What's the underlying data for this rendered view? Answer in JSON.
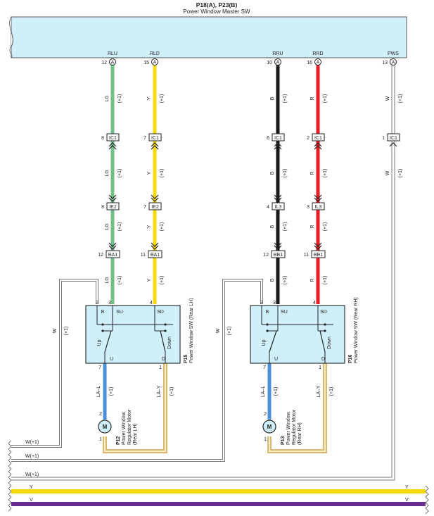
{
  "header": {
    "title": "P18(A), P23(B)",
    "subtitle": "Power Window Master SW"
  },
  "master_terminals": [
    {
      "name": "RLU",
      "pin": "12",
      "conn": "A"
    },
    {
      "name": "RLD",
      "pin": "15",
      "conn": "A"
    },
    {
      "name": "RRU",
      "pin": "10",
      "conn": "A"
    },
    {
      "name": "RRD",
      "pin": "16",
      "conn": "A"
    },
    {
      "name": "PWS",
      "pin": "13",
      "conn": "A"
    }
  ],
  "wire_colors": {
    "LG": "#72bf8c",
    "Y": "#f5d90a",
    "B": "#1a1a1a",
    "R": "#e31e24",
    "W": "#ffffff",
    "L": "#4a90d9",
    "V": "#6a2c91",
    "Y_outline": "#d9b870"
  },
  "wire_labels": {
    "lg": "LG",
    "y": "Y",
    "b": "B",
    "r": "R",
    "w": "W",
    "suffix": "(+1)",
    "la_l": "LA–L",
    "la_y": "LA–Y",
    "w_plus": "W(+1)"
  },
  "connectors": {
    "ic1": "IC1",
    "ie2": "IE2",
    "il3": "IL3",
    "ba1": "BA1",
    "bb1": "BB1"
  },
  "pins": {
    "ic1": {
      "rlu": "8",
      "rld": "7",
      "rru": "6",
      "rrd": "2",
      "pws": "1"
    },
    "ie2": {
      "rlu": "8",
      "rld": "7"
    },
    "il3": {
      "rru": "4",
      "rrd": "3"
    },
    "ba1": {
      "rlu": "12",
      "rld": "11"
    },
    "bb1": {
      "rru": "12",
      "rrd": "11"
    }
  },
  "switch_lh": {
    "ref": "P15",
    "name": "Power Window SW (Rear LH)",
    "terminals": {
      "b": "B",
      "su": "SU",
      "sd": "SD",
      "u": "U",
      "d": "D"
    },
    "pins": {
      "b": "2",
      "su": "3",
      "sd": "4",
      "u": "7",
      "d": "1"
    },
    "labels": {
      "up": "Up",
      "down": "Down"
    }
  },
  "switch_rh": {
    "ref": "P16",
    "name": "Power Window SW (Rear RH)",
    "terminals": {
      "b": "B",
      "su": "SU",
      "sd": "SD",
      "u": "U",
      "d": "D"
    },
    "pins": {
      "b": "2",
      "su": "3",
      "sd": "4",
      "u": "7",
      "d": "1"
    },
    "labels": {
      "up": "Up",
      "down": "Down"
    }
  },
  "motor_lh": {
    "ref": "P12",
    "line1": "Power Window",
    "line2": "Regulator Motor",
    "line3": "(Rear LH)",
    "symbol": "M",
    "pin_top": "2",
    "pin_bottom": "1"
  },
  "motor_rh": {
    "ref": "P13",
    "line1": "Power Window",
    "line2": "Regulator Motor",
    "line3": "(Rear RH)",
    "symbol": "M",
    "pin_top": "2",
    "pin_bottom": "1"
  },
  "bus": {
    "y_left": "Y",
    "y_right": "Y",
    "v_left": "V",
    "v_right": "V"
  }
}
